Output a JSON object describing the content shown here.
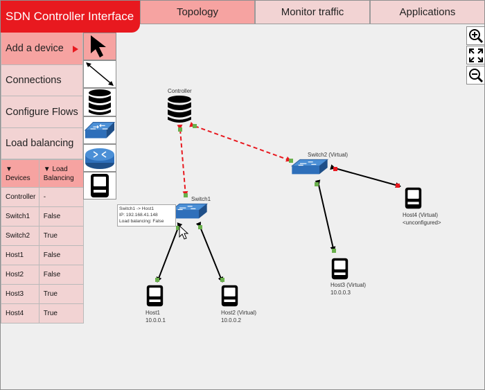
{
  "app": {
    "title": "SDN Controller Interface"
  },
  "tabs": [
    {
      "label": "Topology",
      "active": true
    },
    {
      "label": "Monitor traffic",
      "active": false
    },
    {
      "label": "Applications",
      "active": false
    }
  ],
  "menu": [
    {
      "label": "Add a device",
      "active": true
    },
    {
      "label": "Connections",
      "active": false
    },
    {
      "label": "Configure Flows",
      "active": false
    },
    {
      "label": "Load balancing",
      "active": false
    }
  ],
  "palette": [
    "pointer-icon",
    "link-icon",
    "controller-icon",
    "switch-icon",
    "router-icon",
    "host-icon"
  ],
  "zoom": [
    "zoom-in-icon",
    "fit-screen-icon",
    "zoom-out-icon"
  ],
  "device_table": {
    "headers": [
      "Devices",
      "Load Balancing"
    ],
    "sort_icon": "▼",
    "rows": [
      [
        "Controller",
        "-"
      ],
      [
        "Switch1",
        "False"
      ],
      [
        "Switch2",
        "True"
      ],
      [
        "Host1",
        "False"
      ],
      [
        "Host2",
        "False"
      ],
      [
        "Host3",
        "True"
      ],
      [
        "Host4",
        "True"
      ]
    ]
  },
  "topology": {
    "controller": {
      "label": "Controller"
    },
    "switch1": {
      "label": "Switch1"
    },
    "switch2": {
      "label": "Switch2 (Virtual)"
    },
    "host1": {
      "label": "Host1",
      "ip": "10.0.0.1"
    },
    "host2": {
      "label": "Host2 (Virtual)",
      "ip": "10.0.0.2"
    },
    "host3": {
      "label": "Host3 (Virtual)",
      "ip": "10.0.0.3"
    },
    "host4": {
      "label": "Host4 (Virtual)",
      "ip": "<unconfigured>"
    },
    "tooltip": [
      "Switch1 -> Host1",
      "IP: 192.168.41.148",
      "Load balancing: False"
    ]
  },
  "colors": {
    "accent": "#e8191f",
    "active": "#f6a3a1",
    "inactive": "#f2d3d3",
    "port_ok": "#6ab04c",
    "port_down": "#e8191f",
    "switch": "#2e6fba"
  }
}
